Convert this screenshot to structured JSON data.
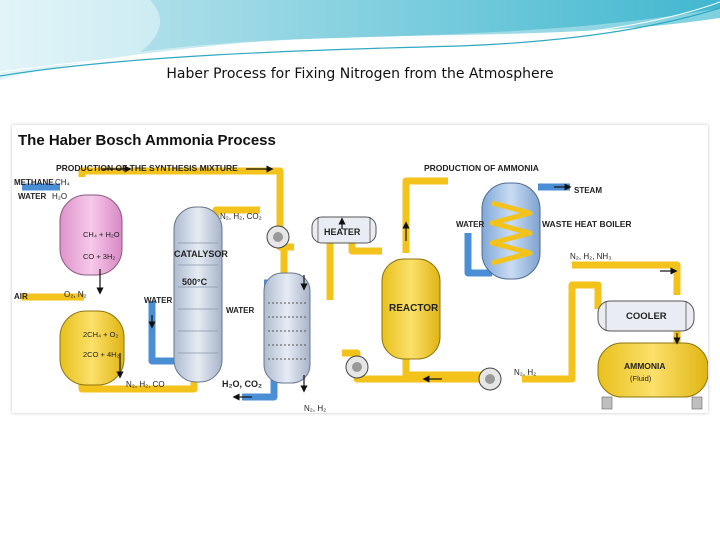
{
  "slide": {
    "title": "Haber Process for Fixing Nitrogen from the Atmosphere"
  },
  "colors": {
    "pipe_yellow": "#f3c21b",
    "pipe_blue": "#4a8fd6",
    "tank_pink": "#e9a6d6",
    "tank_yellow": "#f6cb22",
    "tank_grey": "#c9d3e2",
    "banner_teal": "#59c2d4"
  },
  "diagram": {
    "title": "The Haber Bosch Ammonia Process",
    "section_synthesis": "PRODUCTION OF THE SYNTHESIS MIXTURE",
    "section_ammonia": "PRODUCTION OF AMMONIA",
    "methane": "METHANE",
    "ch4": "CH₄",
    "water": "WATER",
    "h2o": "H₂O",
    "reforming_reaction_1": "CH₄ + H₂O",
    "reforming_reaction_2": "CO + 3H₂",
    "air": "AIR",
    "o2_n2": "O₂, N₂",
    "combustion_reaction_1": "2CH₄ + O₂",
    "combustion_reaction_2": "2CO + 4H₂",
    "n2_h2_co2": "N₂, H₂, CO₂",
    "catalysor": "CATALYSOR",
    "temp": "500°C",
    "water_2": "WATER",
    "water_3": "WATER",
    "n2_h2_co": "N₂, H₂, CO",
    "h2o_co2": "H₂O, CO₂",
    "n2_h2_bottom": "N₂, H₂",
    "heater": "HEATER",
    "reactor": "REACTOR",
    "water_4": "WATER",
    "waste_heat_boiler": "WASTE HEAT BOILER",
    "steam": "STEAM",
    "n2_h2_nh3": "N₂, H₂, NH₃",
    "cooler": "COOLER",
    "ammonia": "AMMONIA",
    "fluid": "(Fluid)",
    "n2_h2_return": "N₂, H₂"
  }
}
